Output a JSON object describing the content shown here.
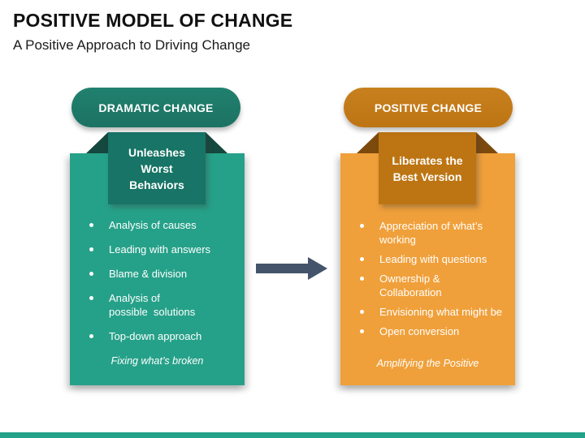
{
  "slide": {
    "title": "POSITIVE MODEL OF CHANGE",
    "subtitle": "A Positive Approach to Driving Change"
  },
  "left": {
    "header": "DRAMATIC CHANGE",
    "badge": "Unleashes\nWorst\nBehaviors",
    "bullets": [
      "Analysis of causes",
      "Leading with answers",
      "Blame & division",
      "Analysis of\npossible  solutions",
      "Top-down approach"
    ],
    "footer": "Fixing what’s broken"
  },
  "right": {
    "header": "POSITIVE CHANGE",
    "badge": "Liberates the\nBest Version",
    "bullets": [
      "Appreciation of what’s\nworking",
      "Leading with questions",
      "Ownership &\nCollaboration",
      "Envisioning what might be",
      "Open conversion"
    ],
    "footer": "Amplifying the Positive"
  },
  "colors": {
    "teal_column": "#26a189",
    "teal_pill": "#1e7a6a",
    "teal_badge": "#177466",
    "teal_flap": "#15483e",
    "orange_column": "#f0a03a",
    "orange_pill": "#c0791a",
    "orange_badge": "#bd7513",
    "orange_flap": "#7d4a0e",
    "arrow": "#44546a",
    "bottom_bar": "#23a189"
  }
}
